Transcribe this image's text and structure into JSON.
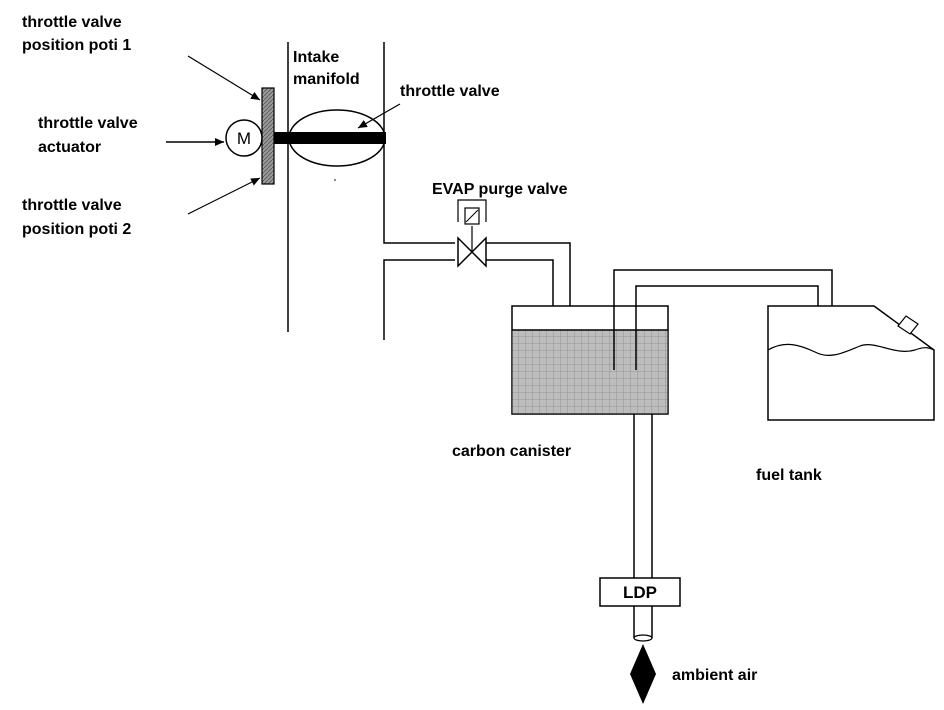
{
  "labels": {
    "poti1_line1": "throttle valve",
    "poti1_line2": "position poti 1",
    "actuator_line1": "throttle valve",
    "actuator_line2": "actuator",
    "poti2_line1": "throttle valve",
    "poti2_line2": "position poti 2",
    "intake_line1": "Intake",
    "intake_line2": "manifold",
    "throttle_valve": "throttle valve",
    "motor": "M",
    "evap_purge_valve": "EVAP purge valve",
    "carbon_canister": "carbon canister",
    "fuel_tank": "fuel tank",
    "ldp": "LDP",
    "ambient_air": "ambient air"
  },
  "colors": {
    "line": "#000000",
    "canister_fill": "#c8c8c8",
    "poti_fill": "#8c8c8c",
    "background": "#ffffff"
  }
}
